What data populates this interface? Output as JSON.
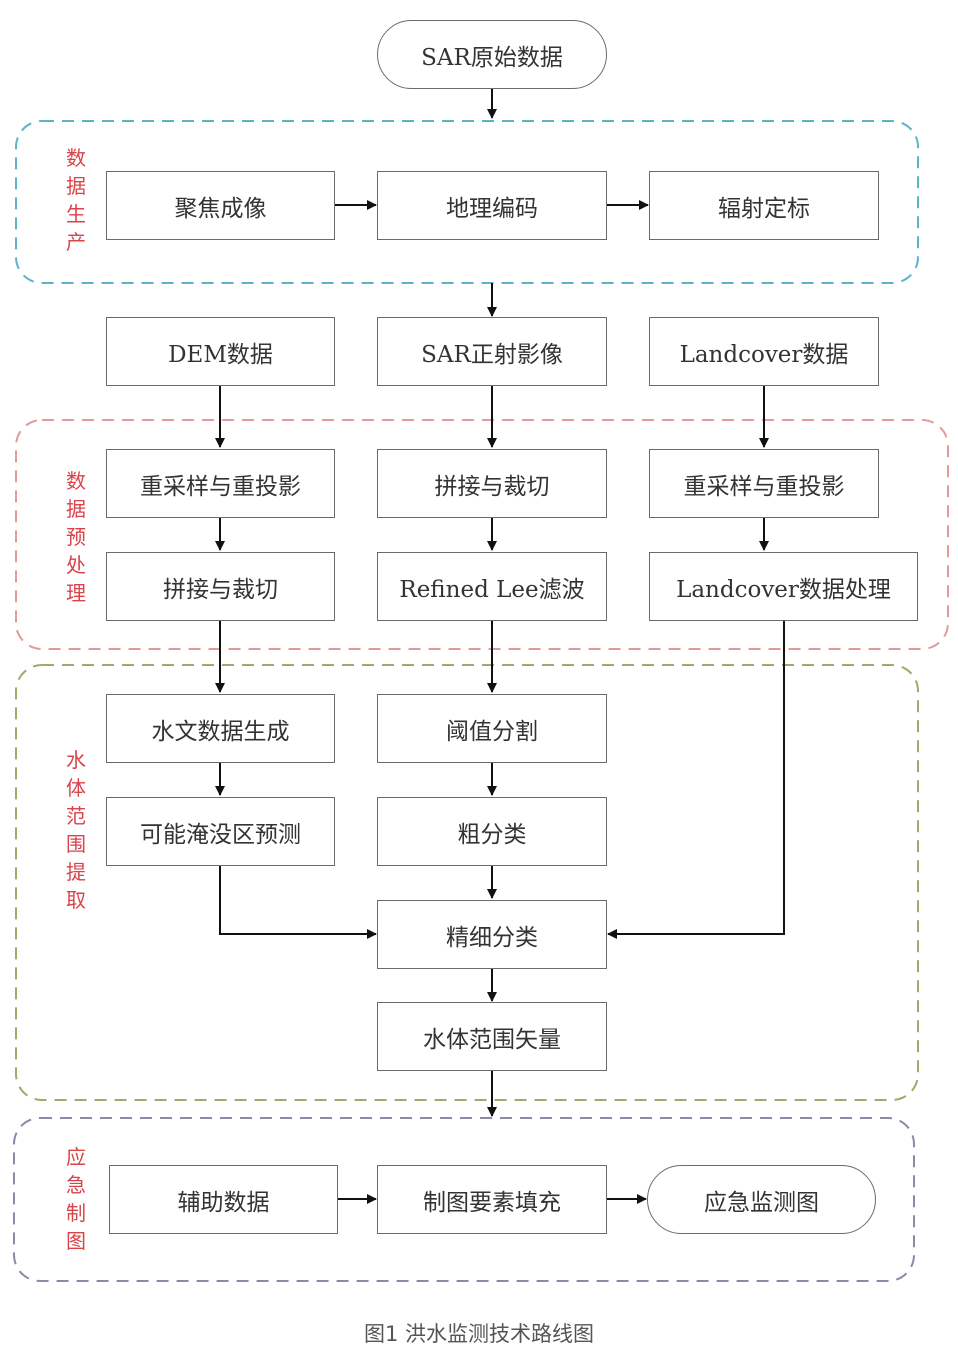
{
  "colors": {
    "group_production": "#5fb3c8",
    "group_preprocessing": "#e39a9a",
    "group_extraction": "#9aab6a",
    "group_mapping": "#8a8aa8",
    "group_label": "#d9434a",
    "node_border": "#6b6b6b",
    "arrow": "#111111"
  },
  "groups": {
    "production": {
      "label": [
        "数",
        "据",
        "生",
        "产"
      ]
    },
    "preprocessing": {
      "label": [
        "数",
        "据",
        "预",
        "处",
        "理"
      ]
    },
    "extraction": {
      "label": [
        "水",
        "体",
        "范",
        "围",
        "提",
        "取"
      ]
    },
    "mapping": {
      "label": [
        "应",
        "急",
        "制",
        "图"
      ]
    }
  },
  "nodes": {
    "sar_raw": "SAR原始数据",
    "focus_imaging": "聚焦成像",
    "geocoding": "地理编码",
    "radiometric_calibration": "辐射定标",
    "dem_data": "DEM数据",
    "sar_ortho": "SAR正射影像",
    "landcover_data": "Landcover数据",
    "dem_resample": "重采样与重投影",
    "sar_mosaic": "拼接与裁切",
    "lc_resample": "重采样与重投影",
    "dem_mosaic": "拼接与裁切",
    "refined_lee": "Refined Lee滤波",
    "lc_process": "Landcover数据处理",
    "hydro_gen": "水文数据生成",
    "threshold_seg": "阈值分割",
    "flood_predict": "可能淹没区预测",
    "coarse_class": "粗分类",
    "fine_class": "精细分类",
    "water_vector": "水体范围矢量",
    "aux_data": "辅助数据",
    "map_fill": "制图要素填充",
    "emergency_map": "应急监测图"
  },
  "caption": "图1  洪水监测技术路线图"
}
